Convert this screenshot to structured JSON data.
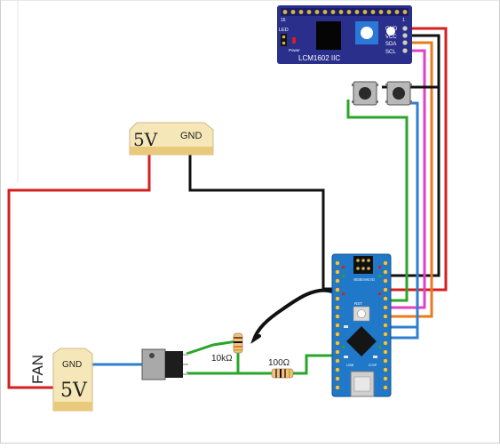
{
  "lcd": {
    "model_label": "LCM1602 IIC",
    "pin_labels": [
      "GND",
      "VCC",
      "SDA",
      "SCL"
    ],
    "led_label": "LED",
    "pin16_label": "16",
    "pin1_label": "1",
    "power_label": "Power"
  },
  "power_terminal": {
    "v_label": "5V",
    "gnd_label": "GND"
  },
  "fan_terminal": {
    "name_label": "FAN",
    "gnd_label": "GND",
    "v_label": "5V"
  },
  "resistors": {
    "r1_label": "10kΩ",
    "r2_label": "100Ω"
  },
  "arduino": {
    "board_label": "ARDUINO NANO V3.0",
    "rst_label": "RST",
    "usb_label": "USB",
    "icsp_label": "ICSP"
  },
  "colors": {
    "red": "#d42020",
    "black": "#111111",
    "green": "#2aa52a",
    "blue": "#2f7fd0",
    "orange": "#e87b1e",
    "magenta": "#e040c8",
    "board_blue": "#1f78c8",
    "lcd_navy": "#2a2f8c"
  }
}
